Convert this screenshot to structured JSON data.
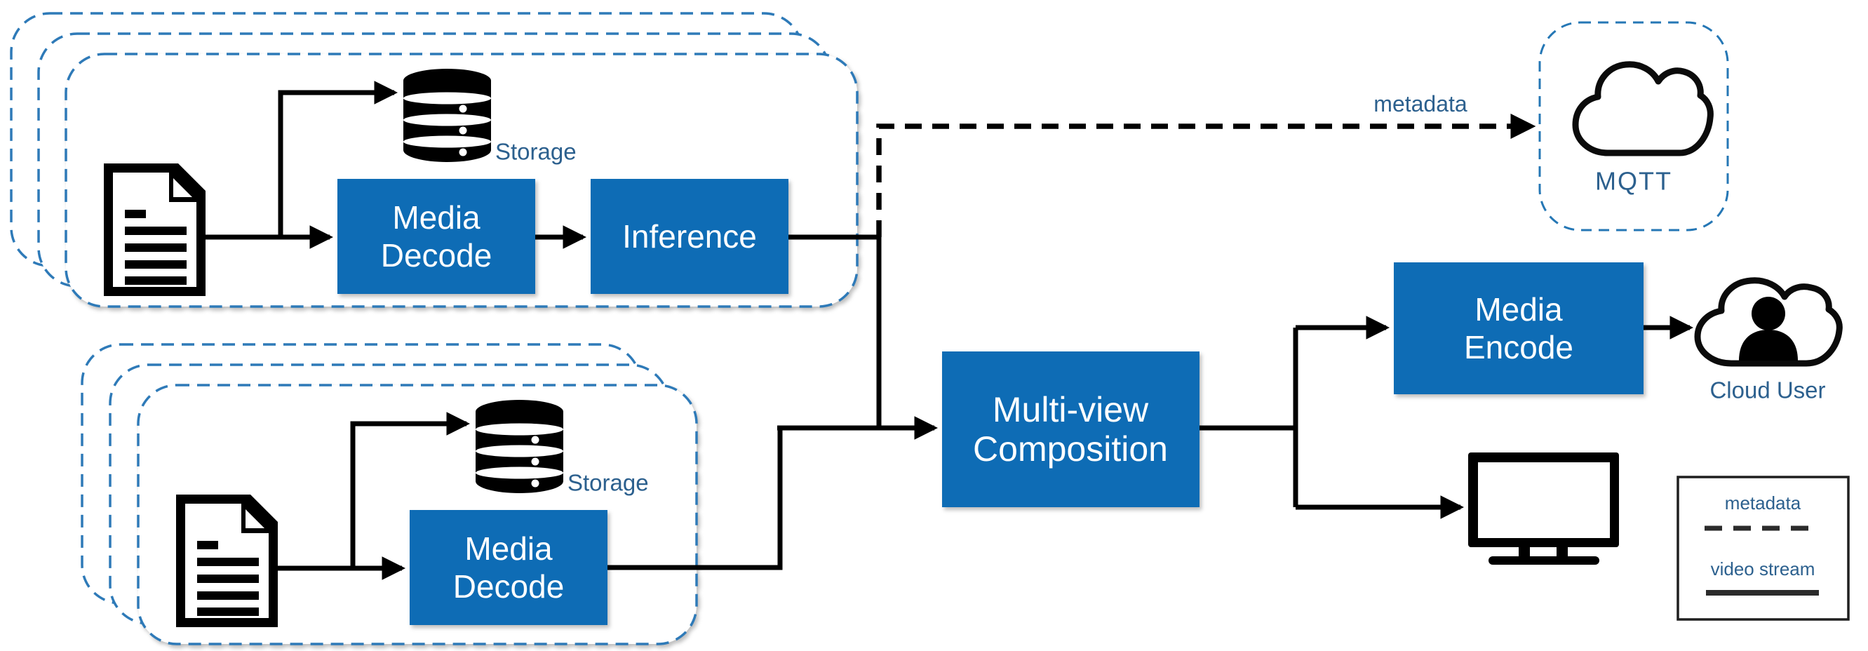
{
  "colors": {
    "box_blue": "#0e6cb5",
    "dashed_border_blue": "#2e7ab8",
    "label_blue": "#2c608e",
    "line_black": "#000000"
  },
  "top_pipeline": {
    "storage_label": "Storage",
    "decode_line1": "Media",
    "decode_line2": "Decode",
    "inference_label": "Inference"
  },
  "bottom_pipeline": {
    "storage_label": "Storage",
    "decode_line1": "Media",
    "decode_line2": "Decode"
  },
  "composition_box": {
    "line1": "Multi-view",
    "line2": "Composition"
  },
  "encode_box": {
    "line1": "Media",
    "line2": "Encode"
  },
  "metadata_flow": {
    "label": "metadata"
  },
  "mqtt": {
    "label": "MQTT"
  },
  "cloud_user": {
    "label": "Cloud User"
  },
  "legend": {
    "metadata_label": "metadata",
    "video_stream_label": "video stream"
  }
}
